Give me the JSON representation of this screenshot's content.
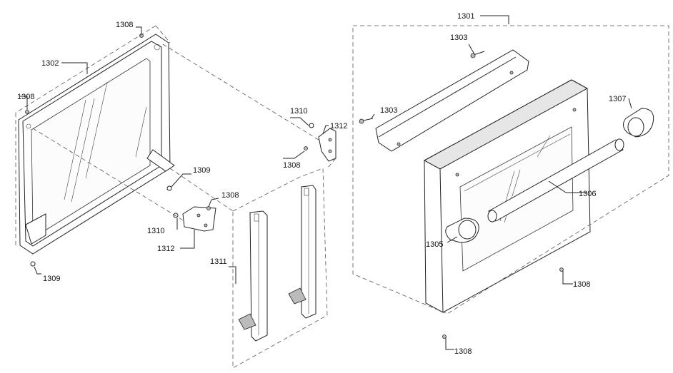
{
  "callouts": {
    "c1301": "1301",
    "c1302": "1302",
    "c1303a": "1303",
    "c1303b": "1303",
    "c1305": "1305",
    "c1306": "1306",
    "c1307": "1307",
    "c1308a": "1308",
    "c1308b": "1308",
    "c1308c": "1308",
    "c1308d": "1308",
    "c1308e": "1308",
    "c1308f": "1308",
    "c1309a": "1309",
    "c1309b": "1309",
    "c1310a": "1310",
    "c1310b": "1310",
    "c1311": "1311",
    "c1312a": "1312",
    "c1312b": "1312"
  }
}
